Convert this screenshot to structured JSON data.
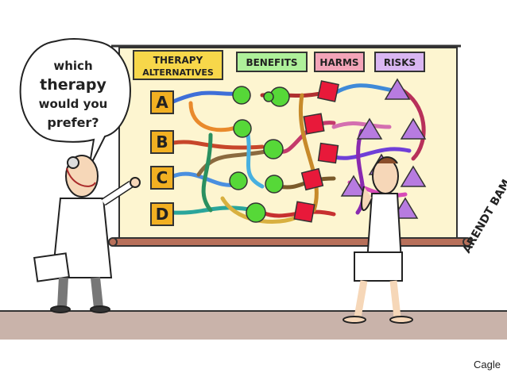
{
  "cartoon": {
    "speech_bubble": {
      "lines": [
        "which",
        "therapy",
        "would you",
        "prefer?"
      ]
    },
    "chart_headers": {
      "therapy_line1": "THERAPY",
      "therapy_line2": "ALTERNATIVES",
      "benefits": "BENEFITS",
      "harms": "HARMS",
      "risks": "RISKS"
    },
    "options": [
      "A",
      "B",
      "C",
      "D"
    ],
    "signature_text": "ARENDT BAM",
    "colors": {
      "board": "#fdf5d0",
      "option_box": "#f2b022",
      "benefit": "#56d838",
      "harm": "#e8193a",
      "risk": "#b77be0",
      "header_yellow": "#f7d74a",
      "header_green": "#aef09a",
      "header_pink": "#f3a4b8",
      "header_purple": "#d9b6f2",
      "floor": "#c9b3aa"
    }
  },
  "credit": "Cagle"
}
